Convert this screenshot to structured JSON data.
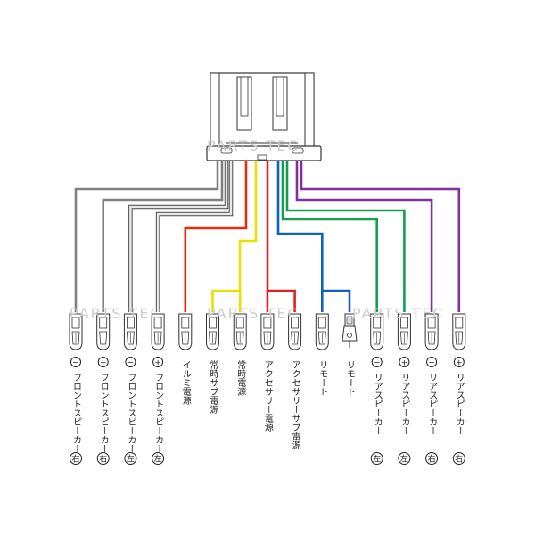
{
  "watermark": "PARTS TEC",
  "connector": {
    "name": "harness-connector"
  },
  "pins": [
    {
      "sign": "−",
      "label": "フロントスピーカー",
      "side": "右",
      "color": "#808080",
      "terminal": "female"
    },
    {
      "sign": "+",
      "label": "フロントスピーカー",
      "side": "右",
      "color": "#808080",
      "terminal": "female"
    },
    {
      "sign": "−",
      "label": "フロントスピーカー",
      "side": "左",
      "color": "#e8e8e8",
      "terminal": "female"
    },
    {
      "sign": "+",
      "label": "フロントスピーカー",
      "side": "左",
      "color": "#e8e8e8",
      "terminal": "female"
    },
    {
      "sign": "",
      "label": "イルミ電源",
      "side": "",
      "color": "#e03010",
      "terminal": "female"
    },
    {
      "sign": "",
      "label": "常時サブ電源",
      "side": "",
      "color": "#e8e000",
      "terminal": "female"
    },
    {
      "sign": "",
      "label": "常時電源",
      "side": "",
      "color": "#e8e000",
      "terminal": "female"
    },
    {
      "sign": "",
      "label": "アクセサリー電源",
      "side": "",
      "color": "#e02020",
      "terminal": "female"
    },
    {
      "sign": "",
      "label": "アクセサリーサブ電源",
      "side": "",
      "color": "#e02020",
      "terminal": "female"
    },
    {
      "sign": "",
      "label": "リモート",
      "side": "",
      "color": "#1060c0",
      "terminal": "female"
    },
    {
      "sign": "",
      "label": "リモート",
      "side": "",
      "color": "#1060c0",
      "terminal": "male"
    },
    {
      "sign": "−",
      "label": "リアスピーカー",
      "side": "左",
      "color": "#10a050",
      "terminal": "female"
    },
    {
      "sign": "+",
      "label": "リアスピーカー",
      "side": "左",
      "color": "#10a050",
      "terminal": "female"
    },
    {
      "sign": "−",
      "label": "リアスピーカー",
      "side": "右",
      "color": "#8030a0",
      "terminal": "female"
    },
    {
      "sign": "+",
      "label": "リアスピーカー",
      "side": "右",
      "color": "#8030a0",
      "terminal": "female"
    }
  ]
}
